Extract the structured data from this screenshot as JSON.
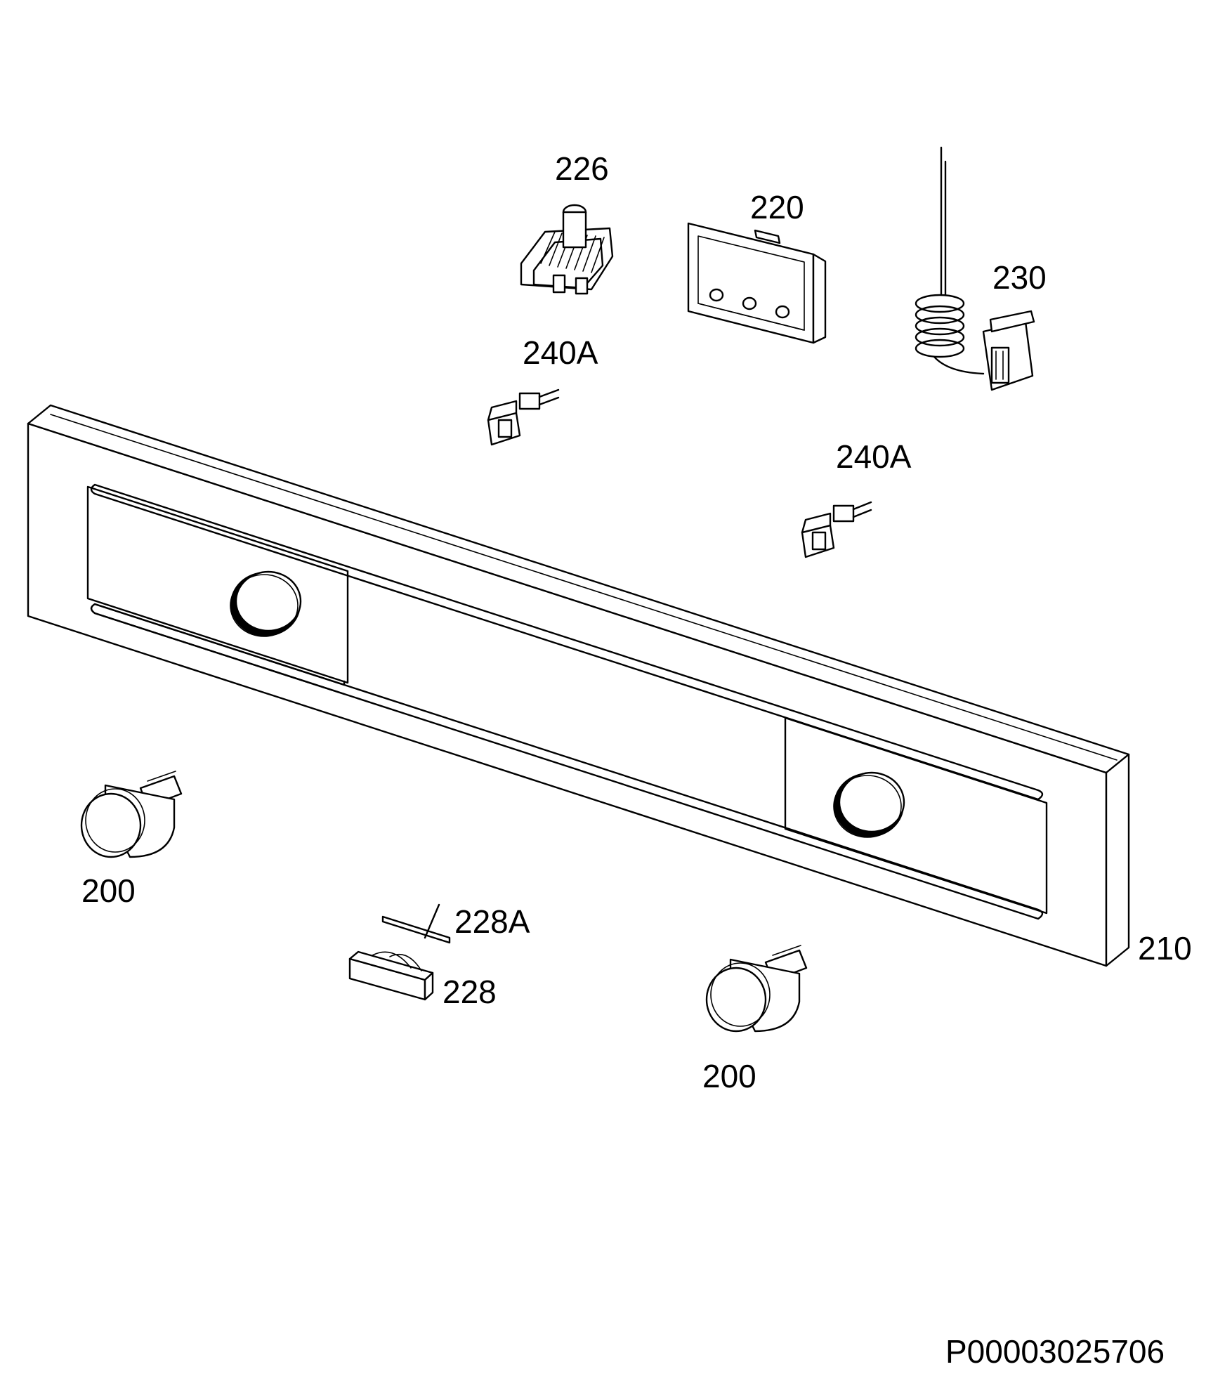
{
  "labels": {
    "switch_226": "226",
    "housing_220": "220",
    "thermostat_230": "230",
    "lamp_240a_top": "240A",
    "lamp_240a_right": "240A",
    "panel_210": "210",
    "knob_200_left": "200",
    "knob_200_right": "200",
    "spring_228a": "228A",
    "clip_228": "228",
    "drawing_code": "P00003025706"
  }
}
